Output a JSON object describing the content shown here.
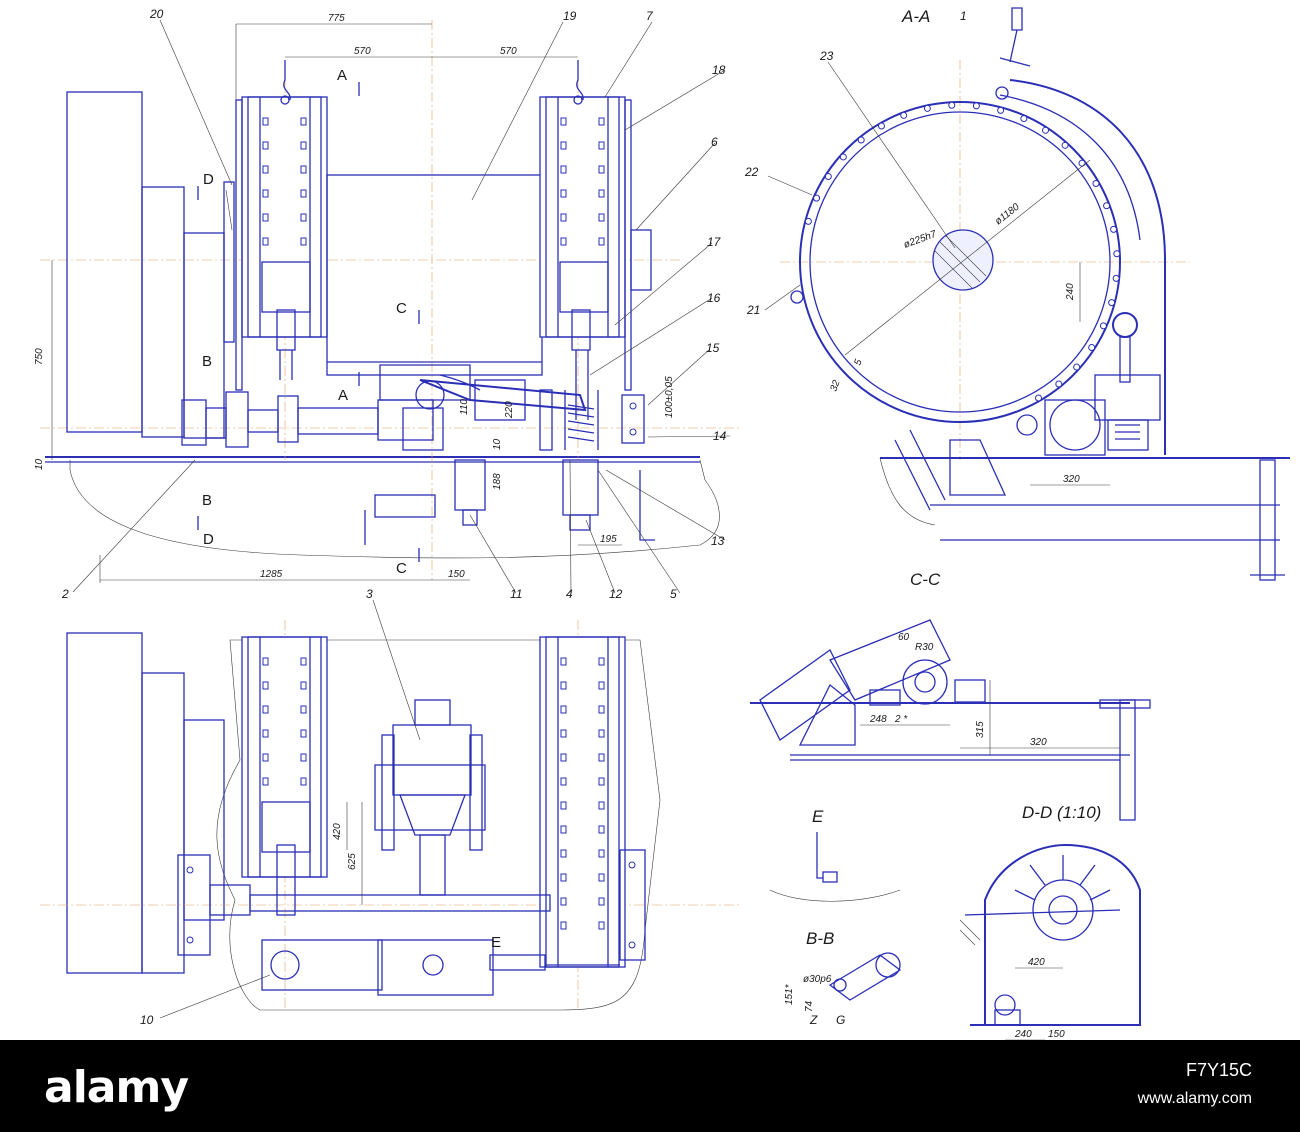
{
  "title": "Engineering drawing of a winch assembly",
  "callouts": {
    "c1": "1",
    "c2": "2",
    "c3": "3",
    "c4": "4",
    "c5": "5",
    "c6": "6",
    "c7": "7",
    "c10": "10",
    "c11": "11",
    "c12": "12",
    "c13": "13",
    "c14": "14",
    "c15": "15",
    "c16": "16",
    "c17": "17",
    "c18": "18",
    "c19": "19",
    "c20": "20",
    "c21": "21",
    "c22": "22",
    "c23": "23"
  },
  "sections": {
    "aa": "A-A",
    "cc": "C-C",
    "dd": "D-D (1:10)",
    "bb": "B-B",
    "e": "E"
  },
  "cut_marks": {
    "a": "A",
    "b": "B",
    "c": "C",
    "d": "D",
    "e": "E"
  },
  "dimensions": {
    "d775": "775",
    "d570a": "570",
    "d570b": "570",
    "d750": "750",
    "d10a": "10",
    "d1285": "1285",
    "d150a": "150",
    "d110": "110",
    "d220": "220",
    "d10b": "10",
    "d188": "188",
    "d195": "195",
    "d100": "100±0,05",
    "d225": "ø225h7",
    "d1180": "ø1180",
    "d240a": "240",
    "d32": "32",
    "d5": "5",
    "d320a": "320",
    "d420a": "420",
    "d625": "625",
    "d60": "60",
    "dR30": "R30",
    "d248": "248",
    "d2": "2 *",
    "d315": "315",
    "d320b": "320",
    "d151": "151*",
    "d74": "74",
    "d30": "ø30p6",
    "dZ": "Z",
    "dG": "G",
    "d420b": "420",
    "d240b": "240",
    "d150b": "150"
  },
  "footer": {
    "brand": "alamy",
    "stock_id": "F7Y15C",
    "url": "www.alamy.com"
  },
  "colors": {
    "line": "#2a2fb5",
    "axis": "#e0a060",
    "footer_bg": "#000000"
  }
}
